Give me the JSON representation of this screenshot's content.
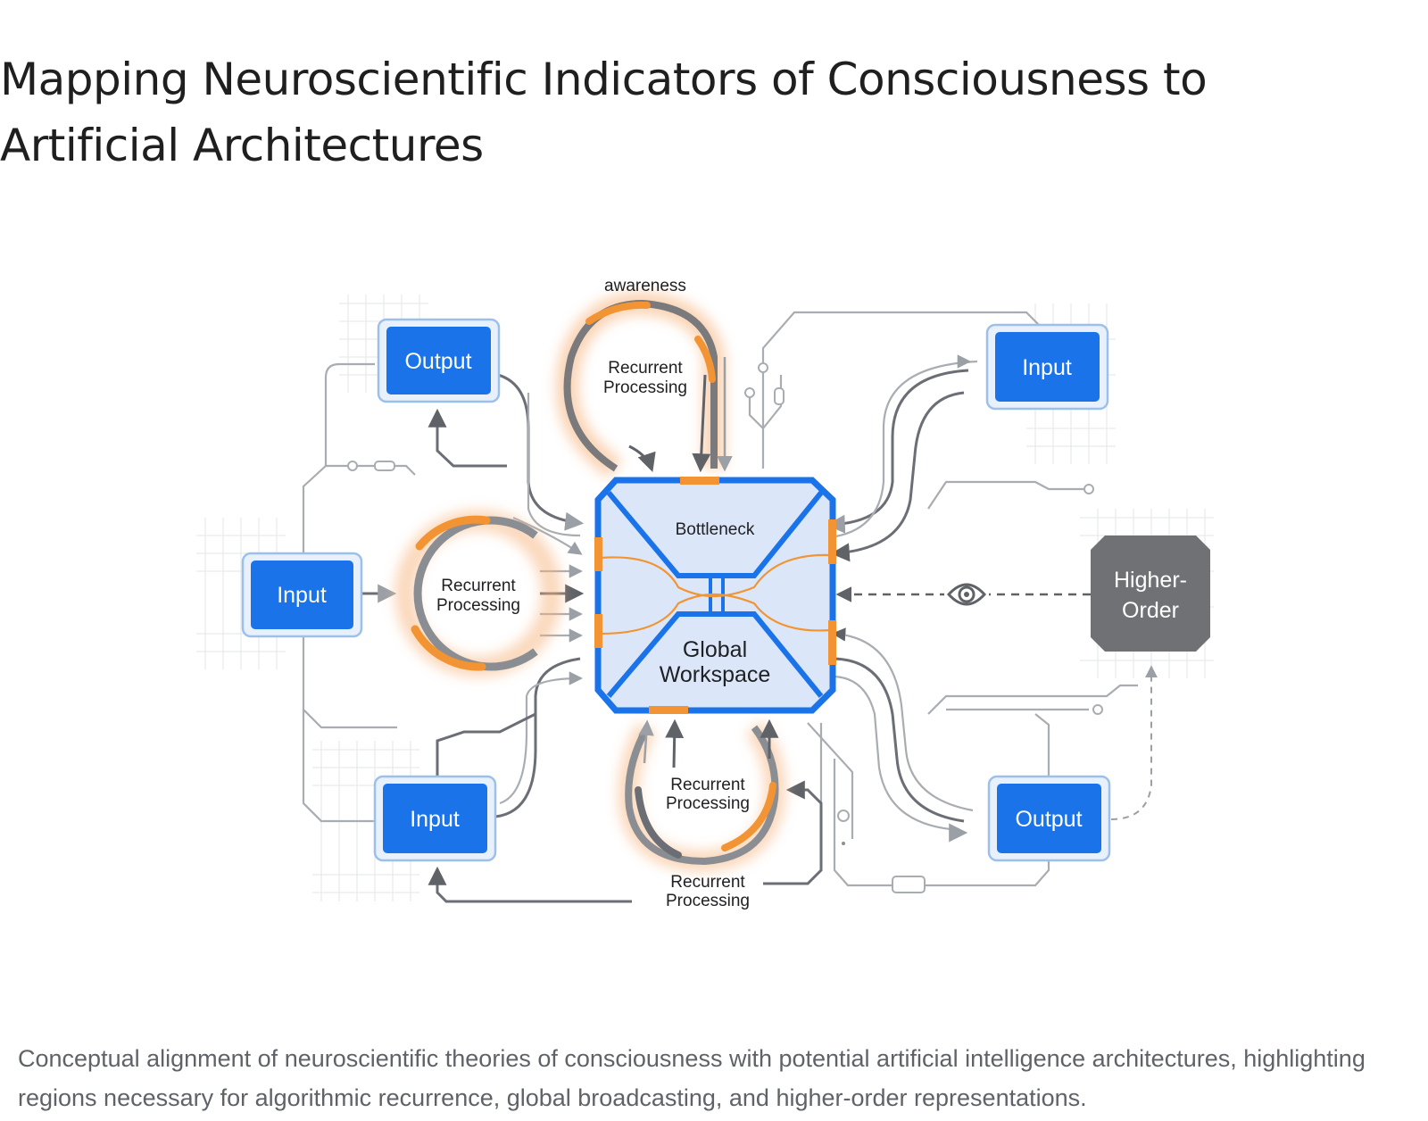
{
  "title": "Mapping Neuroscientific Indicators of Consciousness to Artificial Architectures",
  "caption": "Conceptual alignment of neuroscientific theories of consciousness with potential artificial intelligence architectures, highlighting regions necessary for algorithmic recurrence, global broadcasting, and higher-order representations.",
  "colors": {
    "module_blue": "#1a73e8",
    "module_border": "#9cc0ec",
    "workspace_fill": "#dbe7f8",
    "accent_orange": "#f29433",
    "higher_order_gray": "#6f7175",
    "wire_gray": "#a9adb2"
  },
  "diagram": {
    "awareness_label": "awareness",
    "modules": {
      "output_top_left": "Output",
      "input_top_right": "Input",
      "input_left": "Input",
      "input_bottom_left": "Input",
      "output_bottom_right": "Output",
      "higher_order_line1": "Higher-",
      "higher_order_line2": "Order"
    },
    "workspace": {
      "bottleneck": "Bottleneck",
      "global_line1": "Global",
      "global_line2": "Workspace"
    },
    "loops": {
      "top_line1": "Recurrent",
      "top_line2": "Processing",
      "left_line1": "Recurrent",
      "left_line2": "Processing",
      "bottom_line1": "Recurrent",
      "bottom_line2": "Processing",
      "bottom_extra_line1": "Recurrent",
      "bottom_extra_line2": "Processing"
    },
    "icons": {
      "monitor": "eye-icon"
    }
  }
}
